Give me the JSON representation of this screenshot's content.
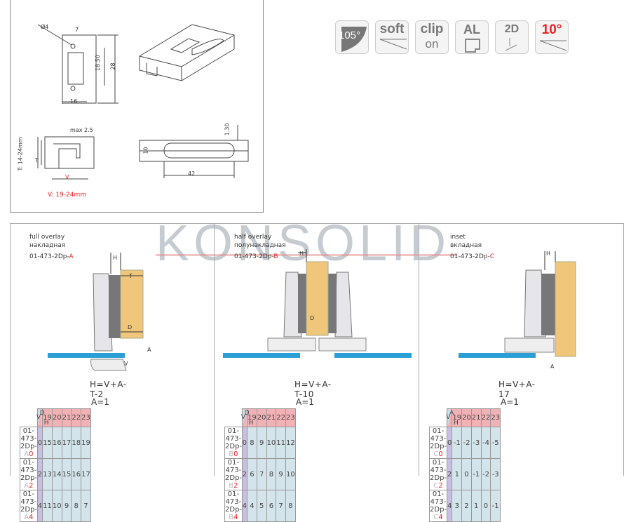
{
  "top_drawing": {
    "labels": {
      "dia": "Ø4",
      "w7": "7",
      "h1850": "18.50",
      "h28": "28",
      "w16": "16",
      "max25": "max 2.5",
      "t_range": "T: 14-24mm",
      "t": "T",
      "v": "V",
      "v_range": "V: 19-24mm",
      "d130": "1.30",
      "d10": "10",
      "d42": "42"
    }
  },
  "feature_icons": [
    {
      "name": "opening-angle-icon",
      "label": "105°"
    },
    {
      "name": "soft-close-icon",
      "label": "soft"
    },
    {
      "name": "clip-on-icon",
      "label": "clip",
      "sub": "on"
    },
    {
      "name": "aluminium-frame-icon",
      "label": "AL"
    },
    {
      "name": "2d-adjust-icon",
      "label": "2D"
    },
    {
      "name": "angle-10-icon",
      "label": "10°"
    }
  ],
  "watermark": "KONSOLID",
  "colors": {
    "red": "#e22222",
    "header": "#f2b1b5",
    "h_col": "#c9bfe2",
    "cell": "#d3e4ea",
    "door": "#f0c77a",
    "glass": "#2a9fd6"
  },
  "panels": [
    {
      "title": "full overlay",
      "title_ru": "накладная",
      "code_prefix": "01-473-2Dp-",
      "code_letter": "A",
      "formula": "H=V+A-T-2",
      "a_label": "A=1",
      "corner": [
        "D",
        "V",
        "H"
      ],
      "marks": {
        "h": "H",
        "t": "T",
        "d": "D",
        "a": "A",
        "v": "V"
      },
      "columns": [
        "19",
        "20",
        "21",
        "22",
        "23"
      ],
      "rows": [
        {
          "suffix": "0",
          "h": "0",
          "values": [
            "15",
            "16",
            "17",
            "18",
            "19"
          ]
        },
        {
          "suffix": "2",
          "h": "2",
          "values": [
            "13",
            "14",
            "15",
            "16",
            "17"
          ]
        },
        {
          "suffix": "4",
          "h": "4",
          "values": [
            "11",
            "10",
            "9",
            "8",
            "7"
          ]
        }
      ]
    },
    {
      "title": "half overlay",
      "title_ru": "полунакладная",
      "code_prefix": "01-473-2Dp-",
      "code_letter": "B",
      "formula": "H=V+A-T-10",
      "a_label": "A=1",
      "corner": [
        "D",
        "V",
        "H"
      ],
      "marks": {
        "h": "H",
        "d": "D"
      },
      "columns": [
        "19",
        "20",
        "21",
        "22",
        "23"
      ],
      "rows": [
        {
          "suffix": "0",
          "h": "0",
          "values": [
            "8",
            "9",
            "10",
            "11",
            "12"
          ]
        },
        {
          "suffix": "2",
          "h": "2",
          "values": [
            "6",
            "7",
            "8",
            "9",
            "10"
          ]
        },
        {
          "suffix": "4",
          "h": "4",
          "values": [
            "4",
            "5",
            "6",
            "7",
            "8"
          ]
        }
      ]
    },
    {
      "title": "inset",
      "title_ru": "вкладная",
      "code_prefix": "01-473-2Dp-",
      "code_letter": "C",
      "formula": "H=V+A-17",
      "a_label": "A=1",
      "corner": [
        "A",
        "V",
        "H"
      ],
      "marks": {
        "h": "H",
        "a": "A"
      },
      "columns": [
        "19",
        "20",
        "21",
        "22",
        "23"
      ],
      "rows": [
        {
          "suffix": "0",
          "h": "0",
          "values": [
            "-1",
            "-2",
            "-3",
            "-4",
            "-5"
          ]
        },
        {
          "suffix": "2",
          "h": "2",
          "values": [
            "1",
            "0",
            "-1",
            "-2",
            "-3"
          ]
        },
        {
          "suffix": "4",
          "h": "4",
          "values": [
            "3",
            "2",
            "1",
            "0",
            "-1"
          ]
        }
      ]
    }
  ]
}
